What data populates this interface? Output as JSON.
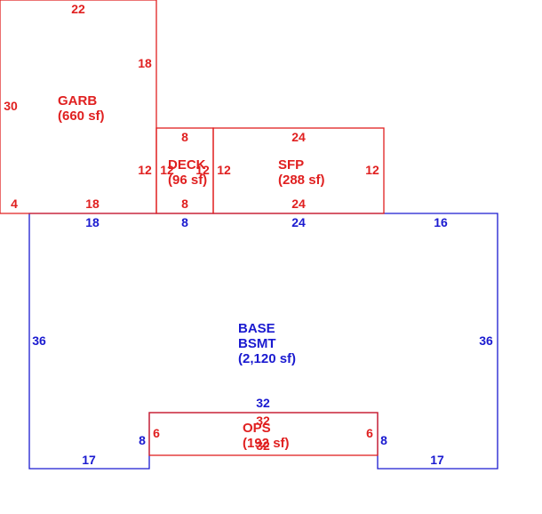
{
  "colors": {
    "red": "#e02020",
    "blue": "#1a1ad0",
    "background": "#ffffff"
  },
  "areas": {
    "garb": {
      "name": "GARB",
      "area": "(660 sf)"
    },
    "deck": {
      "name": "DECK",
      "area": "(96 sf)"
    },
    "sfp": {
      "name": "SFP",
      "area": "(288 sf)"
    },
    "base": {
      "name_line1": "BASE",
      "name_line2": "BSMT",
      "area": "(2,120 sf)"
    },
    "ops": {
      "name": "OPS",
      "area": "(192 sf)"
    }
  },
  "dimensions": {
    "garb_top": "22",
    "garb_right": "18",
    "garb_left": "30",
    "garb_left_notch": "4",
    "garb_bottom": "18",
    "garb_right_lower": "12",
    "deck_top": "8",
    "deck_left": "12",
    "deck_right": "12",
    "deck_bottom": "8",
    "sfp_top": "24",
    "sfp_left": "12",
    "sfp_right": "12",
    "sfp_bottom": "24",
    "base_top_1": "18",
    "base_top_2": "8",
    "base_top_3": "24",
    "base_top_4": "16",
    "base_left": "36",
    "base_right": "36",
    "base_inner_top": "32",
    "base_inner_left": "8",
    "base_inner_right": "8",
    "base_bottom_left": "17",
    "base_bottom_right": "17",
    "ops_top": "32",
    "ops_bottom": "32",
    "ops_left": "6",
    "ops_right": "6"
  }
}
